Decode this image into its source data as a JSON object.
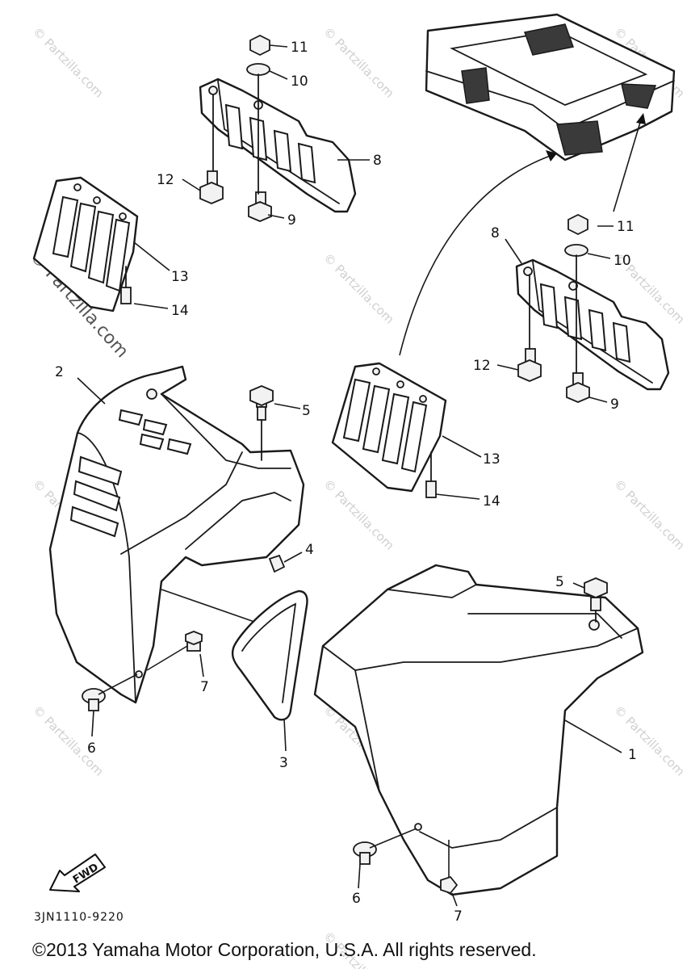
{
  "watermark": "© Partzilla.com",
  "diagram_code": "3JN1110-9220",
  "copyright": "©2013 Yamaha Motor Corporation, U.S.A. All rights reserved.",
  "fwd_label": "FWD",
  "callouts": {
    "c1": "1",
    "c2": "2",
    "c3": "3",
    "c4": "4",
    "c5a": "5",
    "c5b": "5",
    "c6a": "6",
    "c6b": "6",
    "c7a": "7",
    "c7b": "7",
    "c8a": "8",
    "c8b": "8",
    "c9a": "9",
    "c9b": "9",
    "c10a": "10",
    "c10b": "10",
    "c11a": "11",
    "c11b": "11",
    "c12a": "12",
    "c12b": "12",
    "c13a": "13",
    "c13b": "13",
    "c14a": "14",
    "c14b": "14"
  }
}
